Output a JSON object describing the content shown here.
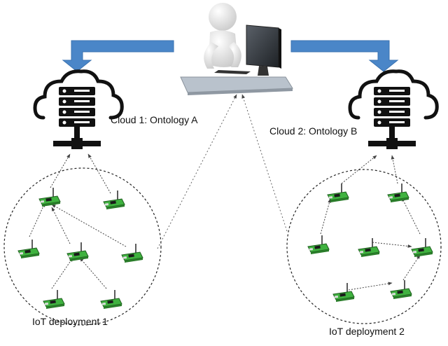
{
  "labels": {
    "cloud1": "Cloud 1: Ontology A",
    "cloud2": "Cloud 2: Ontology B",
    "deployment1": "IoT deployment 1",
    "deployment2": "IoT deployment 2"
  },
  "colors": {
    "arrow_blue": "#4a86c8",
    "cloud_outline": "#111111",
    "sensor_green": "#3fb23f",
    "dashed_line": "#666666"
  },
  "icons": [
    "user-at-computer-icon",
    "cloud-server-icon",
    "sensor-node-icon"
  ]
}
